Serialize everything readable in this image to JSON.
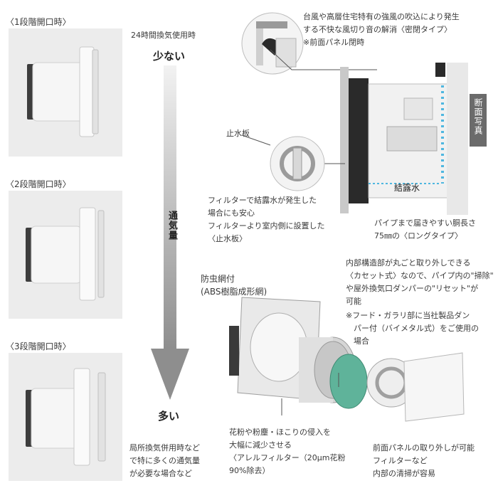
{
  "left": {
    "stage1_label": "〈1段階開口時〉",
    "stage2_label": "〈2段階開口時〉",
    "stage3_label": "〈3段階開口時〉",
    "usage_24h": "24時間換気使用時",
    "less": "少ない",
    "airflow": "通気量",
    "more": "多い",
    "local_use": [
      "局所換気併用時など",
      "で特に多くの通気量",
      "が必要な場合など"
    ]
  },
  "section": {
    "desc": [
      "台風や高層住宅特有の強風の吹込により発生",
      "する不快な風切り音の解消〈密閉タイプ〉",
      "※前面パネル閉時"
    ],
    "photo_tag": "断面写真",
    "condensation": "結露水",
    "stopper_label": "止水板",
    "filter_desc": [
      "フィルターで結露水が発生した",
      "場合にも安心",
      "フィルターより室内側に設置した",
      "〈止水板〉"
    ],
    "pipe_desc": [
      "パイプまで届きやすい胴長さ",
      "75㎜の〈ロングタイプ〉"
    ]
  },
  "exploded": {
    "insect_net": [
      "防虫網付",
      "(ABS樹脂成形網)"
    ],
    "cassette_desc": [
      "内部構造部が丸ごと取り外しできる",
      "〈カセット式〉なので、パイプ内の\"掃除\"",
      "や屋外換気口ダンパーの\"リセット\"が",
      "可能",
      "※フード・ガラリ部に当社製品ダン",
      "　パー付（バイメタル式）をご使用の",
      "　場合"
    ],
    "pollen_desc": [
      "花粉や粉塵・ほこりの侵入を",
      "大幅に減少させる",
      "〈アレルフィルター（20μm花粉",
      "90%除去）"
    ],
    "panel_desc": [
      "前面パネルの取り外しが可能",
      "フィルターなど",
      "内部の清掃が容易"
    ]
  },
  "colors": {
    "filter_green": "#5fb39a",
    "condensation_blue": "#4fb7e0",
    "panel_bg": "#ececec",
    "arrow_gray": "#8e8e8e"
  }
}
